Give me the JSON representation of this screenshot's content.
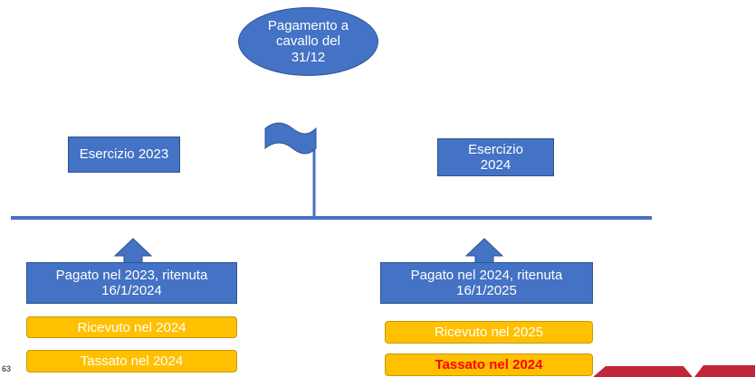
{
  "ellipse": {
    "label": "Pagamento a\ncavallo del\n31/12"
  },
  "left": {
    "year_box": "Esercizio 2023",
    "payment_box": "Pagato nel 2023, ritenuta\n16/1/2024",
    "received_box": "Ricevuto nel 2024",
    "taxed_box": "Tassato nel 2024"
  },
  "right": {
    "year_box": "Esercizio\n2024",
    "payment_box": "Pagato nel 2024, ritenuta\n16/1/2025",
    "received_box": "Ricevuto nel 2025",
    "taxed_box": "Tassato nel 2024"
  },
  "page_number": "63",
  "colors": {
    "shape_blue": "#4472c4",
    "shape_border": "#2f528f",
    "yellow": "#ffc000",
    "emphasis_red": "#ff0000",
    "footer_red": "#c0253a"
  },
  "icons": {
    "flag": "flag-icon",
    "arrow": "up-arrow-icon"
  }
}
